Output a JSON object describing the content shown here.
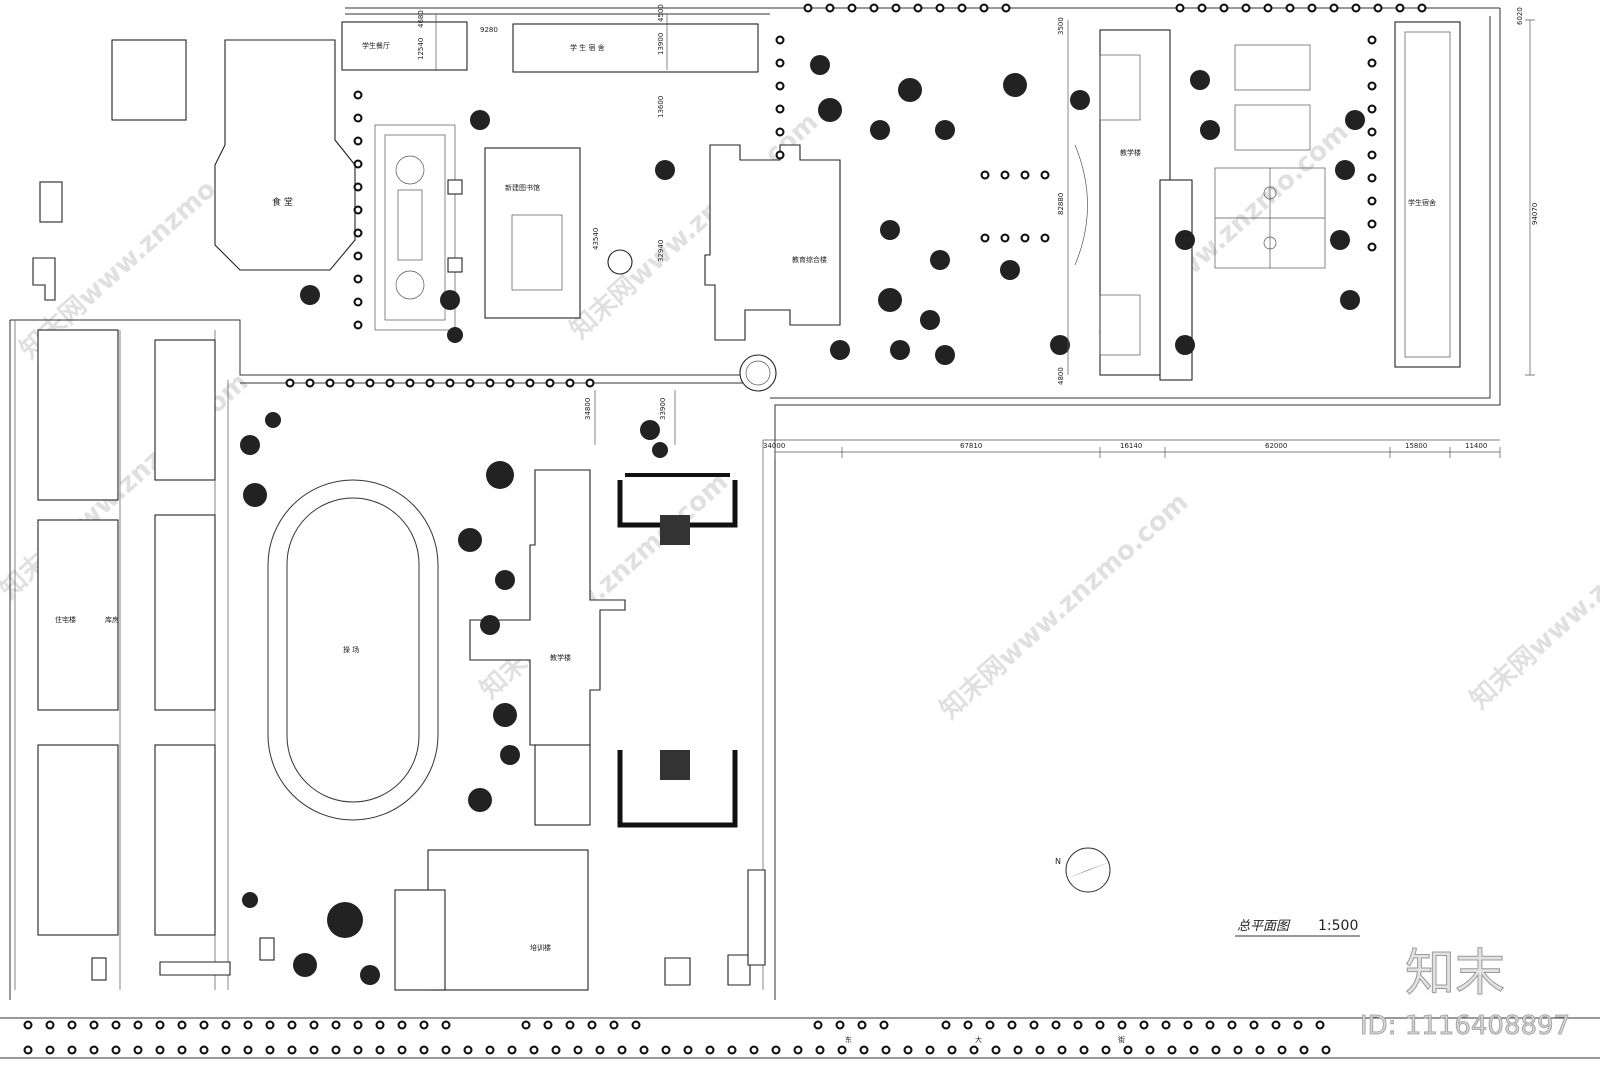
{
  "title": "总平面图",
  "scale": "1:500",
  "brand": {
    "logo_text": "知末",
    "id_text": "ID: 1116408897"
  },
  "watermark": "知末网www.znzmo.com",
  "buildings": {
    "canteen": "食 堂",
    "student_restaurant": "学生餐厅",
    "student_dorm_top": "学 生 宿 舍",
    "library": "新建图书馆",
    "complex": "教育综合楼",
    "teaching_north": "教学楼",
    "student_dorm_east": "学生宿舍",
    "residential": "住宅楼",
    "warehouse": "库房",
    "playground": "操 场",
    "teaching_south": "教学楼",
    "training": "培训楼"
  },
  "road": {
    "chars": [
      "东",
      "大",
      "街"
    ]
  },
  "dimensions": {
    "d4680": "4680",
    "d9280": "9280",
    "d12540": "12540",
    "d4500": "4500",
    "d13900": "13900",
    "d13600": "13600",
    "d43540": "43540",
    "d32940": "32940",
    "d34800": "34800",
    "d33900": "33900",
    "d34000": "34000",
    "d67810": "67810",
    "d16140": "16140",
    "d62000": "62000",
    "d15800": "15800",
    "d11400": "11400",
    "d6020": "6020",
    "d94070": "94070",
    "d82880": "82880",
    "d3500": "3500",
    "d4800": "4800"
  }
}
